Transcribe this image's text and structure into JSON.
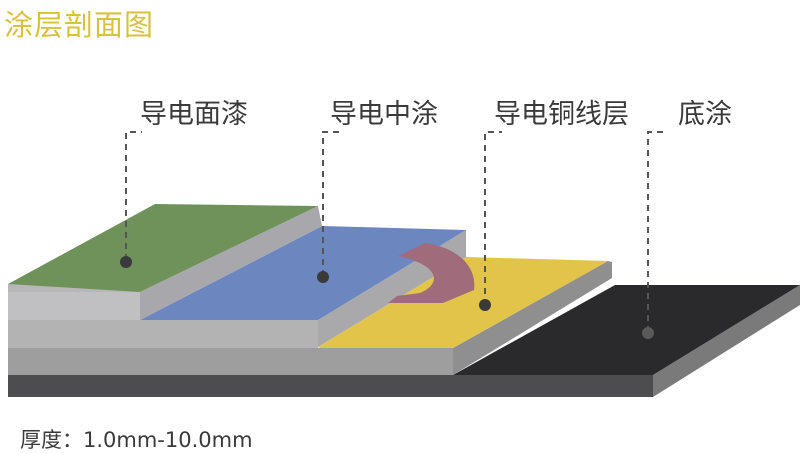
{
  "title": "涂层剖面图",
  "layers": [
    {
      "label": "导电面漆",
      "color": "#6e9259"
    },
    {
      "label": "导电中涂",
      "color": "#6c87bf"
    },
    {
      "label": "导电铜线层",
      "color": "#e3c44a"
    },
    {
      "label": "底涂",
      "color": "#2a2a2c"
    }
  ],
  "copper_strip_color": "#a06b7a",
  "thickness": {
    "label": "厚度",
    "separator": "：",
    "value": "1.0mm-10.0mm"
  }
}
